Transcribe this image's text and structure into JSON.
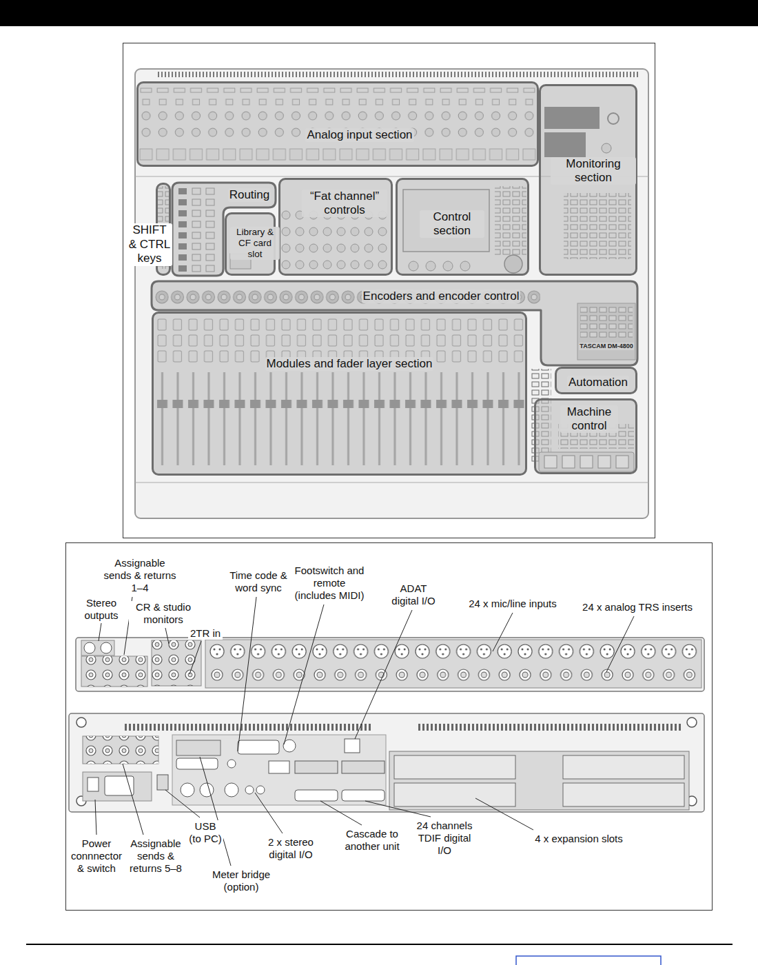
{
  "diagram": {
    "nodes": [
      {
        "text": [
          "Analog input section"
        ]
      },
      {
        "text": [
          "Monitoring section"
        ]
      },
      {
        "text": [
          "Routing"
        ]
      },
      {
        "text": [
          "“Fat channel” controls"
        ]
      },
      {
        "text": [
          "Control section"
        ]
      },
      {
        "text": [
          "SHIFT & CTRL keys"
        ]
      },
      {
        "text": [
          "Library & CF card slot"
        ]
      },
      {
        "text": [
          "Encoders and encoder control"
        ]
      },
      {
        "text": [
          "Modules and fader layer section"
        ]
      },
      {
        "text": [
          "Automation"
        ]
      },
      {
        "text": [
          "Machine control"
        ]
      }
    ],
    "labels": [
      "TASCAM DM-4800",
      "Assignable sends & returns 1–4",
      "Stereo outputs",
      "CR & studio monitors",
      "2TR in",
      "Time code & word sync",
      "Footswitch and remote (includes MIDI)",
      "ADAT digital I/O",
      "24 x mic/line inputs",
      "24 x analog TRS inserts",
      "Power connnector & switch",
      "Assignable sends & returns 5–8",
      "USB (to PC)",
      "Meter bridge (option)",
      "2 x stereo digital I/O",
      "Cascade to another unit",
      "24 channels TDIF digital I/O",
      "4 x expansion slots"
    ]
  }
}
